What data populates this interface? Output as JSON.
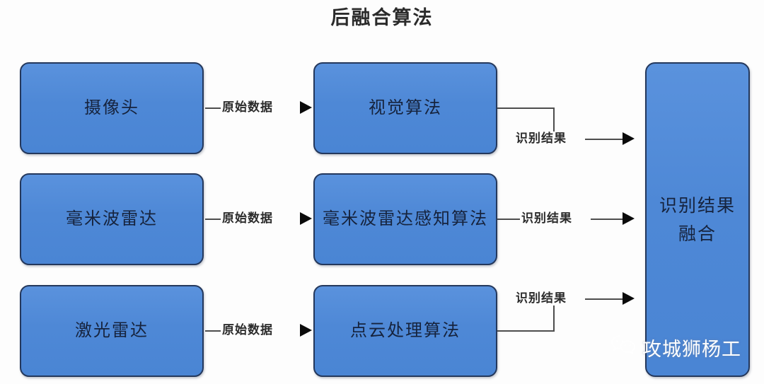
{
  "title": "后融合算法",
  "colors": {
    "node_fill": "#4e88d6",
    "node_border": "#24385c",
    "node_text": "#16233d",
    "connector": "#4d4d4d",
    "arrow": "#0b0b0b",
    "background": "#fdfdfd",
    "watermark_text": "#ffffff"
  },
  "nodes": {
    "sensors": [
      {
        "id": "camera",
        "label": "摄像头"
      },
      {
        "id": "mmwave-radar",
        "label": "毫米波雷达"
      },
      {
        "id": "lidar",
        "label": "激光雷达"
      }
    ],
    "algorithms": [
      {
        "id": "vision-algorithm",
        "label": "视觉算法"
      },
      {
        "id": "mmwave-perception-algorithm",
        "label": "毫米波雷达感知算法"
      },
      {
        "id": "point-cloud-algorithm",
        "label": "点云处理算法"
      }
    ],
    "fusion": {
      "id": "result-fusion",
      "label": "识别结果融合"
    }
  },
  "edges": {
    "raw_data_label": "原始数据",
    "result_label": "识别结果",
    "sensor_to_algo": [
      {
        "from": "camera",
        "to": "vision-algorithm",
        "label": "原始数据"
      },
      {
        "from": "mmwave-radar",
        "to": "mmwave-perception-algorithm",
        "label": "原始数据"
      },
      {
        "from": "lidar",
        "to": "point-cloud-algorithm",
        "label": "原始数据"
      }
    ],
    "algo_to_fusion": [
      {
        "from": "vision-algorithm",
        "to": "result-fusion",
        "label": "识别结果"
      },
      {
        "from": "mmwave-perception-algorithm",
        "to": "result-fusion",
        "label": "识别结果"
      },
      {
        "from": "point-cloud-algorithm",
        "to": "result-fusion",
        "label": "识别结果"
      }
    ]
  },
  "watermark": {
    "icon": "wechat-icon",
    "text": "攻城狮杨工"
  }
}
